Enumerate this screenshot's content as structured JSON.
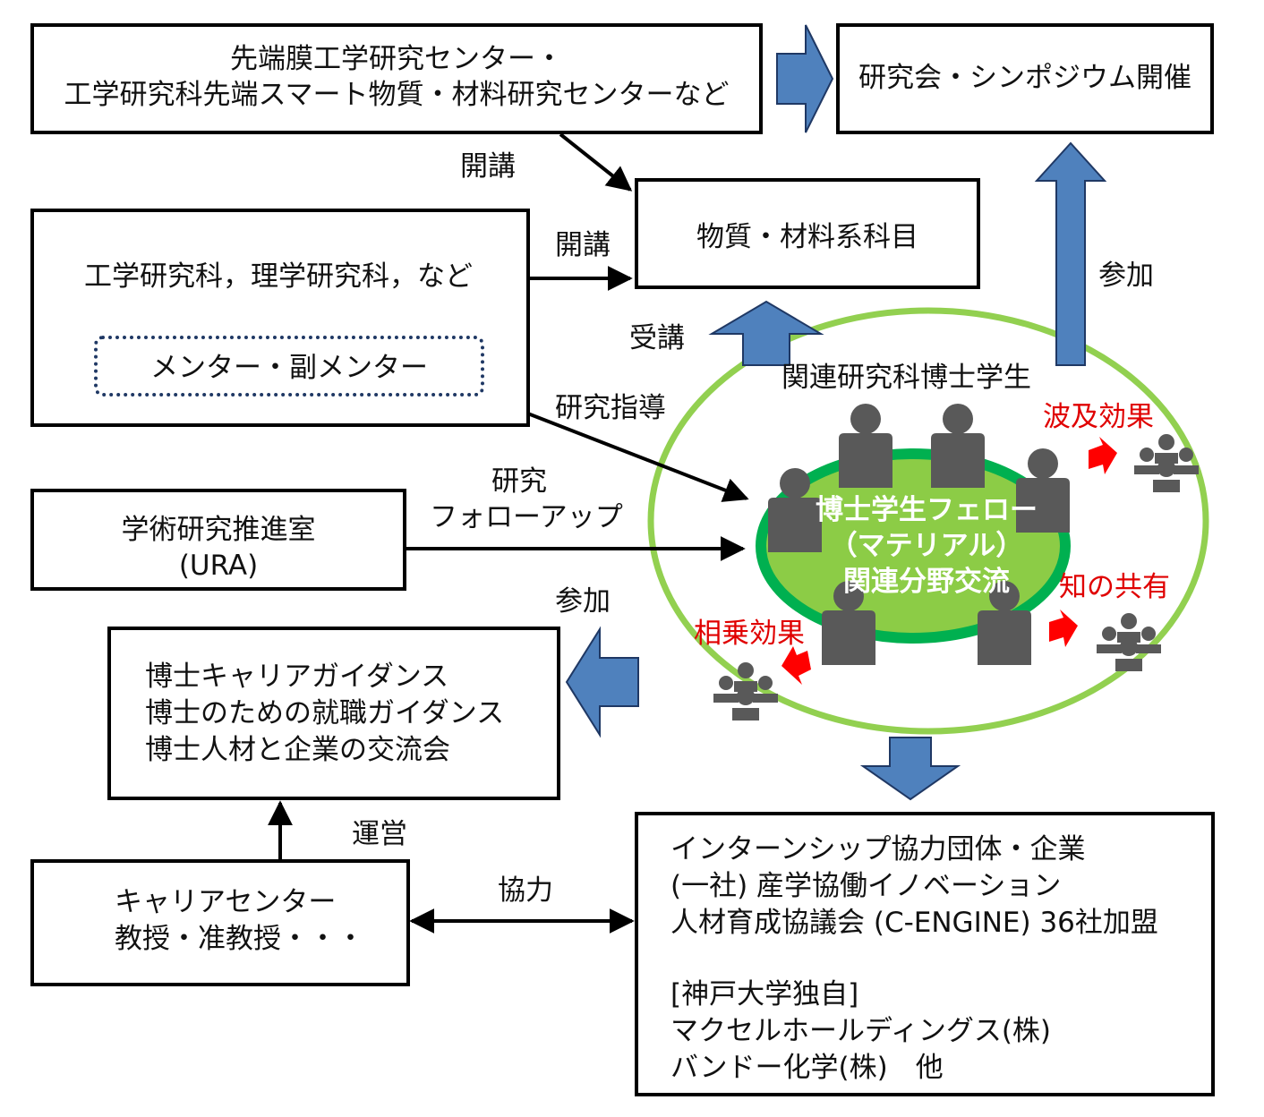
{
  "boxes": {
    "center": [
      "先端膜工学研究センター・",
      "工学研究科先端スマート物質・材料研究センターなど"
    ],
    "symposium": "研究会・シンポジウム開催",
    "subjects": "物質・材料系科目",
    "grad_school": "工学研究科，理学研究科，など",
    "mentor": "メンター・副メンター",
    "ura": [
      "学術研究推進室",
      "(URA)"
    ],
    "career_guidance": [
      "博士キャリアガイダンス",
      "博士のための就職ガイダンス",
      "博士人材と企業の交流会"
    ],
    "career_center": [
      "キャリアセンター",
      "教授・准教授・・・"
    ],
    "internship": [
      "インターンシップ協力団体・企業",
      "(一社) 産学協働イノベーション",
      "人材育成協議会 (C-ENGINE) 36社加盟",
      "",
      "[神戸大学独自]",
      "マクセルホールディングス(株)",
      "バンドー化学(株)　他"
    ]
  },
  "labels": {
    "kaiko_1": "開講",
    "kaiko_2": "開講",
    "jukou": "受講",
    "sanka_top": "参加",
    "kenkyu_shido": "研究指導",
    "followup": [
      "研究",
      "フォローアップ"
    ],
    "sanka_left": "参加",
    "unei": "運営",
    "kyoryoku": "協力",
    "related_students": "関連研究科博士学生",
    "fellow": [
      "博士学生フェロー",
      "（マテリアル）",
      "関連分野交流"
    ],
    "hakyu": "波及効果",
    "chi": "知の共有",
    "sojo": "相乗効果"
  },
  "colors": {
    "arrow_blue": "#4f81bd",
    "ring_green": "#92d050",
    "table_green": "#00b050",
    "inner_green": "#8ccc46",
    "person_gray": "#595959",
    "effect_red": "#ff0000",
    "mentor_border": "#1f3864"
  },
  "icons": [
    "person-icon",
    "group-icon",
    "block-arrow-icon",
    "red-arrow-icon"
  ]
}
